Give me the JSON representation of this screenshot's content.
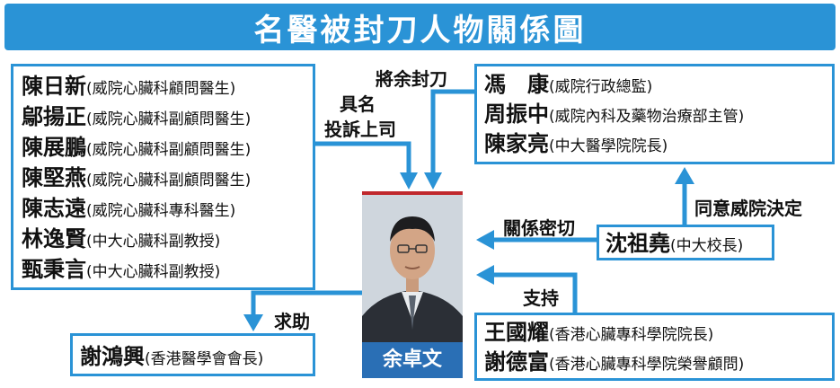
{
  "title": "名醫被封刀人物關係圖",
  "left_group": [
    {
      "name": "陳日新",
      "desc": "(威院心臟科顧問醫生)"
    },
    {
      "name": "鄔揚正",
      "desc": "(威院心臟科副顧問醫生)"
    },
    {
      "name": "陳展鵬",
      "desc": "(威院心臟科副顧問醫生)"
    },
    {
      "name": "陳堅燕",
      "desc": "(威院心臟科副顧問醫生)"
    },
    {
      "name": "陳志遠",
      "desc": "(威院心臟科專科醫生)"
    },
    {
      "name": "林逸賢",
      "desc": "(中大心臟科副教授)"
    },
    {
      "name": "甄秉言",
      "desc": "(中大心臟科副教授)"
    }
  ],
  "right_group": [
    {
      "name": "馮　康",
      "desc": "(威院行政總監)"
    },
    {
      "name": "周振中",
      "desc": "(威院內科及藥物治療部主管)"
    },
    {
      "name": "陳家亮",
      "desc": "(中大醫學院院長)"
    }
  ],
  "middle_right": {
    "name": "沈祖堯",
    "desc": "(中大校長)"
  },
  "bottom_right_group": [
    {
      "name": "王國耀",
      "desc": "(香港心臟專科學院院長)"
    },
    {
      "name": "謝德富",
      "desc": "(香港心臟專科學院榮譽顧問)"
    }
  ],
  "bottom_left": {
    "name": "謝鴻興",
    "desc": "(香港醫學會會長)"
  },
  "center_person": {
    "name": "余卓文"
  },
  "labels": {
    "signed_complaint_line1": "具名",
    "signed_complaint_line2": "投訴上司",
    "suspended": "將余封刀",
    "agree": "同意威院決定",
    "close_relation": "關係密切",
    "support": "支持",
    "seek_help": "求助"
  },
  "colors": {
    "accent": "#2a93d6",
    "caption": "#2a6fb5",
    "frame_top": "#c0282c"
  }
}
